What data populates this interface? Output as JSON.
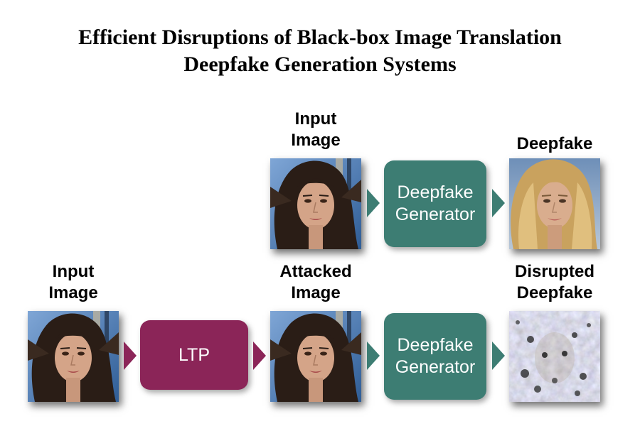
{
  "title": {
    "line1": "Efficient Disruptions of Black-box Image Translation",
    "line2": "Deepfake Generation Systems"
  },
  "top_row": {
    "input_label": [
      "Input",
      "Image"
    ],
    "generator_label": [
      "Deepfake",
      "Generator"
    ],
    "output_label": "Deepfake"
  },
  "bottom_row": {
    "input_label": [
      "Input",
      "Image"
    ],
    "attack_label": "LTP",
    "attacked_label": [
      "Attacked",
      "Image"
    ],
    "generator_label": [
      "Deepfake",
      "Generator"
    ],
    "output_label": [
      "Disrupted",
      "Deepfake"
    ]
  },
  "colors": {
    "generator": "#3d7d73",
    "ltp": "#8b2558"
  }
}
